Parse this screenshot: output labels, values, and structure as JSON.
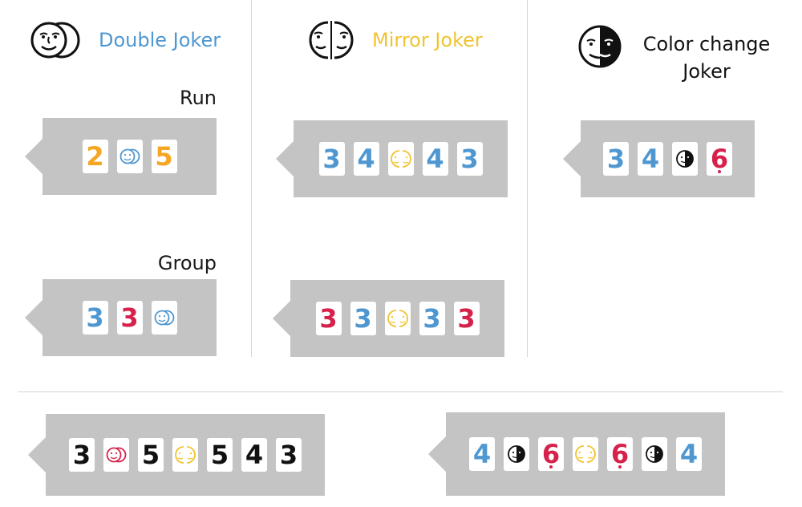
{
  "colors": {
    "orange": "#f5a623",
    "blue": "#4f97d1",
    "red": "#d6214b",
    "black": "#111111",
    "yellow": "#f0c431",
    "panel": "#c4c4c4"
  },
  "jokers": {
    "double": {
      "title": "Double Joker",
      "icon": "double-face-icon",
      "color": "#4f97d1"
    },
    "mirror": {
      "title": "Mirror Joker",
      "icon": "mirror-face-icon",
      "color": "#f0c431"
    },
    "color_change": {
      "title_line1": "Color change",
      "title_line2": "Joker",
      "icon": "half-black-face-icon",
      "color": "#111111"
    }
  },
  "labels": {
    "run": "Run",
    "group": "Group"
  },
  "panels": {
    "double_run": [
      {
        "type": "num",
        "value": "2",
        "color": "orange"
      },
      {
        "type": "joker",
        "joker": "double",
        "color": "blue"
      },
      {
        "type": "num",
        "value": "5",
        "color": "orange"
      }
    ],
    "double_group": [
      {
        "type": "num",
        "value": "3",
        "color": "blue"
      },
      {
        "type": "num",
        "value": "3",
        "color": "red"
      },
      {
        "type": "joker",
        "joker": "double",
        "color": "blue"
      }
    ],
    "mirror_run": [
      {
        "type": "num",
        "value": "3",
        "color": "blue"
      },
      {
        "type": "num",
        "value": "4",
        "color": "blue"
      },
      {
        "type": "joker",
        "joker": "mirror",
        "color": "yellow"
      },
      {
        "type": "num",
        "value": "4",
        "color": "blue"
      },
      {
        "type": "num",
        "value": "3",
        "color": "blue"
      }
    ],
    "mirror_group": [
      {
        "type": "num",
        "value": "3",
        "color": "red"
      },
      {
        "type": "num",
        "value": "3",
        "color": "blue"
      },
      {
        "type": "joker",
        "joker": "mirror",
        "color": "yellow"
      },
      {
        "type": "num",
        "value": "3",
        "color": "blue"
      },
      {
        "type": "num",
        "value": "3",
        "color": "red"
      }
    ],
    "color_run": [
      {
        "type": "num",
        "value": "3",
        "color": "blue"
      },
      {
        "type": "num",
        "value": "4",
        "color": "blue"
      },
      {
        "type": "joker",
        "joker": "colorchange",
        "color": "black"
      },
      {
        "type": "num",
        "value": "6",
        "color": "red",
        "dot": true
      }
    ],
    "bottom_left": [
      {
        "type": "num",
        "value": "3",
        "color": "black"
      },
      {
        "type": "joker",
        "joker": "double",
        "color": "red"
      },
      {
        "type": "num",
        "value": "5",
        "color": "black"
      },
      {
        "type": "joker",
        "joker": "mirror",
        "color": "yellow"
      },
      {
        "type": "num",
        "value": "5",
        "color": "black"
      },
      {
        "type": "num",
        "value": "4",
        "color": "black"
      },
      {
        "type": "num",
        "value": "3",
        "color": "black"
      }
    ],
    "bottom_right": [
      {
        "type": "num",
        "value": "4",
        "color": "blue"
      },
      {
        "type": "joker",
        "joker": "colorchange",
        "color": "black"
      },
      {
        "type": "num",
        "value": "6",
        "color": "red",
        "dot": true
      },
      {
        "type": "joker",
        "joker": "mirror",
        "color": "yellow"
      },
      {
        "type": "num",
        "value": "6",
        "color": "red",
        "dot": true
      },
      {
        "type": "joker",
        "joker": "colorchange",
        "color": "black"
      },
      {
        "type": "num",
        "value": "4",
        "color": "blue"
      }
    ]
  }
}
